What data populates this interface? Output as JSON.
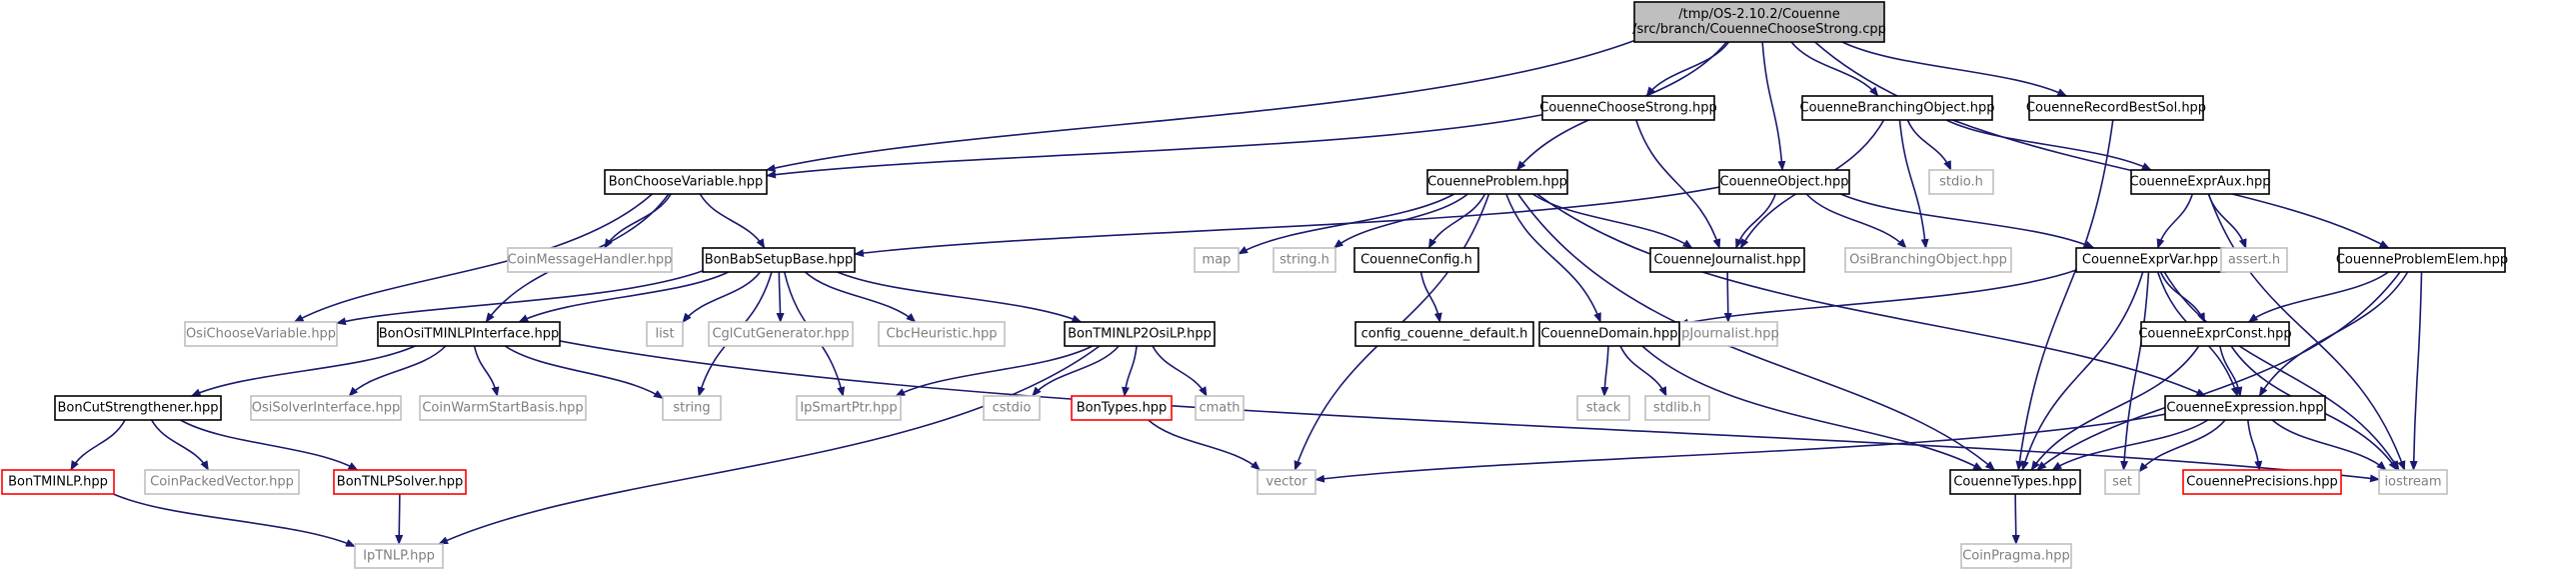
{
  "colors": {
    "edge": "#191970",
    "root_fill": "#bfbfbf",
    "root_border": "#000000",
    "normal_border": "#000000",
    "external_border": "#bfbfbf",
    "truncated_border": "#ff0000",
    "text": "#000000",
    "external_text": "#7f7f7f"
  },
  "nodes": [
    {
      "id": "root",
      "lines": [
        "/tmp/OS-2.10.2/Couenne",
        "/src/branch/CouenneChooseStrong.cpp"
      ],
      "kind": "root"
    },
    {
      "id": "cchoose",
      "lines": [
        "CouenneChooseStrong.hpp"
      ],
      "kind": "normal"
    },
    {
      "id": "cbranch",
      "lines": [
        "CouenneBranchingObject.hpp"
      ],
      "kind": "normal"
    },
    {
      "id": "crecord",
      "lines": [
        "CouenneRecordBestSol.hpp"
      ],
      "kind": "normal"
    },
    {
      "id": "bonchoose",
      "lines": [
        "BonChooseVariable.hpp"
      ],
      "kind": "normal"
    },
    {
      "id": "cproblem",
      "lines": [
        "CouenneProblem.hpp"
      ],
      "kind": "normal"
    },
    {
      "id": "cobject",
      "lines": [
        "CouenneObject.hpp"
      ],
      "kind": "normal"
    },
    {
      "id": "stdio",
      "lines": [
        "stdio.h"
      ],
      "kind": "external"
    },
    {
      "id": "cexpraux",
      "lines": [
        "CouenneExprAux.hpp"
      ],
      "kind": "normal"
    },
    {
      "id": "cproblemelem",
      "lines": [
        "CouenneProblemElem.hpp"
      ],
      "kind": "normal"
    },
    {
      "id": "coinmsg",
      "lines": [
        "CoinMessageHandler.hpp"
      ],
      "kind": "external"
    },
    {
      "id": "bonbab",
      "lines": [
        "BonBabSetupBase.hpp"
      ],
      "kind": "normal"
    },
    {
      "id": "map",
      "lines": [
        "map"
      ],
      "kind": "external"
    },
    {
      "id": "stringh",
      "lines": [
        "string.h"
      ],
      "kind": "external"
    },
    {
      "id": "cconfig",
      "lines": [
        "CouenneConfig.h"
      ],
      "kind": "normal"
    },
    {
      "id": "cjournalist",
      "lines": [
        "CouenneJournalist.hpp"
      ],
      "kind": "normal"
    },
    {
      "id": "osibranch",
      "lines": [
        "OsiBranchingObject.hpp"
      ],
      "kind": "external"
    },
    {
      "id": "cexprvar",
      "lines": [
        "CouenneExprVar.hpp"
      ],
      "kind": "normal"
    },
    {
      "id": "asserth",
      "lines": [
        "assert.h"
      ],
      "kind": "external"
    },
    {
      "id": "osichoose",
      "lines": [
        "OsiChooseVariable.hpp"
      ],
      "kind": "external"
    },
    {
      "id": "bonosi",
      "lines": [
        "BonOsiTMINLPInterface.hpp"
      ],
      "kind": "normal"
    },
    {
      "id": "list",
      "lines": [
        "list"
      ],
      "kind": "external"
    },
    {
      "id": "cglcut",
      "lines": [
        "CglCutGenerator.hpp"
      ],
      "kind": "external"
    },
    {
      "id": "cbcheur",
      "lines": [
        "CbcHeuristic.hpp"
      ],
      "kind": "external"
    },
    {
      "id": "bontminlp2osi",
      "lines": [
        "BonTMINLP2OsiLP.hpp"
      ],
      "kind": "normal"
    },
    {
      "id": "configcouenne",
      "lines": [
        "config_couenne_default.h"
      ],
      "kind": "normal"
    },
    {
      "id": "ipjournalist",
      "lines": [
        "IpJournalist.hpp"
      ],
      "kind": "external"
    },
    {
      "id": "cdomain",
      "lines": [
        "CouenneDomain.hpp"
      ],
      "kind": "normal"
    },
    {
      "id": "cexprconst",
      "lines": [
        "CouenneExprConst.hpp"
      ],
      "kind": "normal"
    },
    {
      "id": "boncut",
      "lines": [
        "BonCutStrengthener.hpp"
      ],
      "kind": "normal"
    },
    {
      "id": "osisolver",
      "lines": [
        "OsiSolverInterface.hpp"
      ],
      "kind": "external"
    },
    {
      "id": "coinwarm",
      "lines": [
        "CoinWarmStartBasis.hpp"
      ],
      "kind": "external"
    },
    {
      "id": "string",
      "lines": [
        "string"
      ],
      "kind": "external"
    },
    {
      "id": "ipsmartptr",
      "lines": [
        "IpSmartPtr.hpp"
      ],
      "kind": "external"
    },
    {
      "id": "cstdio",
      "lines": [
        "cstdio"
      ],
      "kind": "external"
    },
    {
      "id": "bontypes",
      "lines": [
        "BonTypes.hpp"
      ],
      "kind": "truncated"
    },
    {
      "id": "cmath",
      "lines": [
        "cmath"
      ],
      "kind": "external"
    },
    {
      "id": "stack",
      "lines": [
        "stack"
      ],
      "kind": "external"
    },
    {
      "id": "stdlibh",
      "lines": [
        "stdlib.h"
      ],
      "kind": "external"
    },
    {
      "id": "cexpression",
      "lines": [
        "CouenneExpression.hpp"
      ],
      "kind": "normal"
    },
    {
      "id": "bontminlp",
      "lines": [
        "BonTMINLP.hpp"
      ],
      "kind": "truncated"
    },
    {
      "id": "coinpacked",
      "lines": [
        "CoinPackedVector.hpp"
      ],
      "kind": "external"
    },
    {
      "id": "bontnlp",
      "lines": [
        "BonTNLPSolver.hpp"
      ],
      "kind": "truncated"
    },
    {
      "id": "vector",
      "lines": [
        "vector"
      ],
      "kind": "external"
    },
    {
      "id": "ctypes",
      "lines": [
        "CouenneTypes.hpp"
      ],
      "kind": "normal"
    },
    {
      "id": "set",
      "lines": [
        "set"
      ],
      "kind": "external"
    },
    {
      "id": "cprecisions",
      "lines": [
        "CouennePrecisions.hpp"
      ],
      "kind": "truncated"
    },
    {
      "id": "iostream",
      "lines": [
        "iostream"
      ],
      "kind": "external"
    },
    {
      "id": "iptnlp",
      "lines": [
        "IpTNLP.hpp"
      ],
      "kind": "external"
    },
    {
      "id": "coinpragma",
      "lines": [
        "CoinPragma.hpp"
      ],
      "kind": "external"
    }
  ],
  "edges": [
    [
      "root",
      "cchoose"
    ],
    [
      "root",
      "cbranch"
    ],
    [
      "root",
      "crecord"
    ],
    [
      "root",
      "bonchoose"
    ],
    [
      "root",
      "cproblem"
    ],
    [
      "root",
      "cobject"
    ],
    [
      "root",
      "cproblemelem"
    ],
    [
      "cchoose",
      "bonchoose"
    ],
    [
      "cchoose",
      "cjournalist"
    ],
    [
      "cbranch",
      "cjournalist"
    ],
    [
      "cbranch",
      "stdio"
    ],
    [
      "cbranch",
      "osibranch"
    ],
    [
      "cbranch",
      "cexpraux"
    ],
    [
      "crecord",
      "ctypes"
    ],
    [
      "bonchoose",
      "osichoose"
    ],
    [
      "bonchoose",
      "coinmsg"
    ],
    [
      "bonchoose",
      "bonbab"
    ],
    [
      "bonchoose",
      "bonosi"
    ],
    [
      "cproblem",
      "vector"
    ],
    [
      "cproblem",
      "map"
    ],
    [
      "cproblem",
      "stringh"
    ],
    [
      "cproblem",
      "cconfig"
    ],
    [
      "cproblem",
      "cjournalist"
    ],
    [
      "cproblem",
      "cdomain"
    ],
    [
      "cproblem",
      "cexpression"
    ],
    [
      "cproblem",
      "ctypes"
    ],
    [
      "cobject",
      "bonbab"
    ],
    [
      "cobject",
      "cjournalist"
    ],
    [
      "cobject",
      "osibranch"
    ],
    [
      "cobject",
      "cexprvar"
    ],
    [
      "cexpraux",
      "cexprvar"
    ],
    [
      "cexpraux",
      "asserth"
    ],
    [
      "cexpraux",
      "iostream"
    ],
    [
      "cproblemelem",
      "cexprconst"
    ],
    [
      "cproblemelem",
      "cexpression"
    ],
    [
      "cproblemelem",
      "ctypes"
    ],
    [
      "cproblemelem",
      "iostream"
    ],
    [
      "bonbab",
      "osichoose"
    ],
    [
      "bonbab",
      "bonosi"
    ],
    [
      "bonbab",
      "list"
    ],
    [
      "bonbab",
      "cglcut"
    ],
    [
      "bonbab",
      "cbcheur"
    ],
    [
      "bonbab",
      "bontminlp2osi"
    ],
    [
      "bonbab",
      "string"
    ],
    [
      "bonbab",
      "ipsmartptr"
    ],
    [
      "cconfig",
      "configcouenne"
    ],
    [
      "cjournalist",
      "ipjournalist"
    ],
    [
      "cexprvar",
      "cdomain"
    ],
    [
      "cexprvar",
      "cexprconst"
    ],
    [
      "cexprvar",
      "cexpression"
    ],
    [
      "cexprvar",
      "ctypes"
    ],
    [
      "cexprvar",
      "set"
    ],
    [
      "cexprvar",
      "iostream"
    ],
    [
      "bonosi",
      "boncut"
    ],
    [
      "bonosi",
      "osisolver"
    ],
    [
      "bonosi",
      "coinwarm"
    ],
    [
      "bonosi",
      "string"
    ],
    [
      "bonosi",
      "iostream"
    ],
    [
      "bontminlp2osi",
      "ipsmartptr"
    ],
    [
      "bontminlp2osi",
      "cstdio"
    ],
    [
      "bontminlp2osi",
      "bontypes"
    ],
    [
      "bontminlp2osi",
      "cmath"
    ],
    [
      "bontminlp2osi",
      "iptnlp"
    ],
    [
      "cdomain",
      "stack"
    ],
    [
      "cdomain",
      "stdlibh"
    ],
    [
      "cdomain",
      "ctypes"
    ],
    [
      "cexprconst",
      "cexpression"
    ],
    [
      "cexprconst",
      "ctypes"
    ],
    [
      "cexprconst",
      "iostream"
    ],
    [
      "boncut",
      "bontminlp"
    ],
    [
      "boncut",
      "coinpacked"
    ],
    [
      "boncut",
      "bontnlp"
    ],
    [
      "bontypes",
      "vector"
    ],
    [
      "cexpression",
      "vector"
    ],
    [
      "cexpression",
      "ctypes"
    ],
    [
      "cexpression",
      "set"
    ],
    [
      "cexpression",
      "cprecisions"
    ],
    [
      "cexpression",
      "iostream"
    ],
    [
      "bontminlp",
      "iptnlp"
    ],
    [
      "bontnlp",
      "iptnlp"
    ],
    [
      "ctypes",
      "coinpragma"
    ]
  ]
}
